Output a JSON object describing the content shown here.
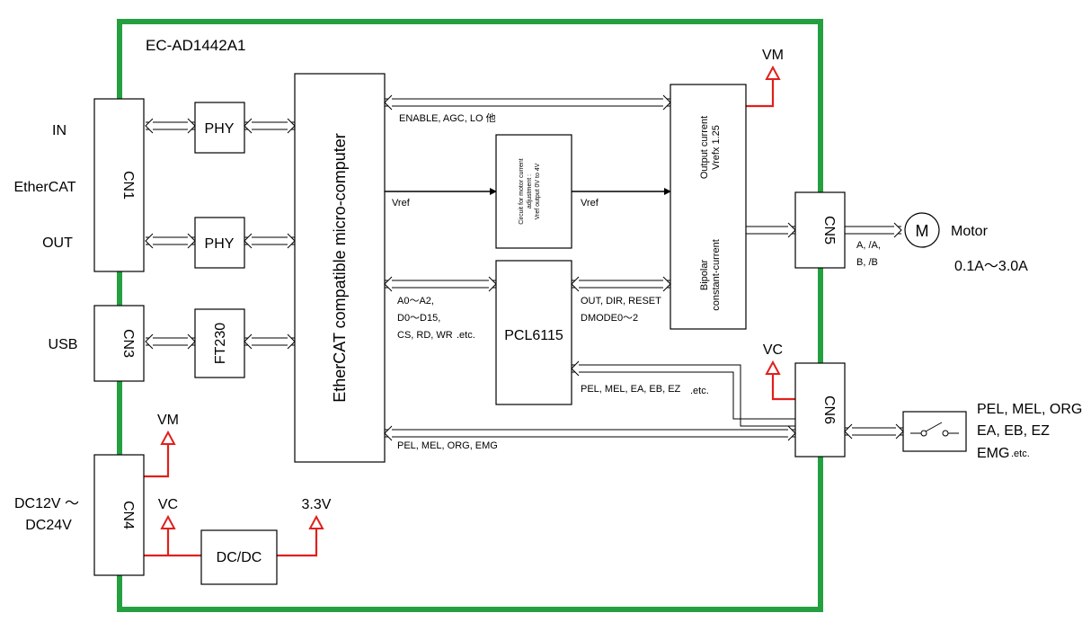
{
  "board_name": "EC-AD1442A1",
  "left_labels": {
    "in": "IN",
    "ethercat": "EtherCAT",
    "out": "OUT",
    "usb": "USB",
    "power_line1": "DC12V ～",
    "power_line2": "DC24V"
  },
  "blocks": {
    "cn1": "CN1",
    "cn3": "CN3",
    "cn4": "CN4",
    "cn5": "CN5",
    "cn6": "CN6",
    "phy1": "PHY",
    "phy2": "PHY",
    "ft230": "FT230",
    "dcdc": "DC/DC",
    "mcu": "EtherCAT compatible micro-computer",
    "pcl": "PCL6115",
    "circuit": [
      "Circuit for motor current",
      "adjustment :",
      "Vref output 0V to 4V"
    ],
    "driver_top": [
      "Output current",
      "Vrefx 1.25"
    ],
    "driver_bottom": [
      "Bipolar",
      "constant-current"
    ]
  },
  "power": {
    "vm_top": "VM",
    "vc_right": "VC",
    "vm_left": "VM",
    "vc_left": "VC",
    "v33": "3.3V"
  },
  "signals": {
    "enable": "ENABLE, AGC, LO 他",
    "vref1": "Vref",
    "vref2": "Vref",
    "addr": [
      "A0～A2,",
      "D0～D15,",
      "CS, RD, WR"
    ],
    "addr_etc": ".etc.",
    "outdir": [
      "OUT, DIR, RESET",
      "DMODE0～2"
    ],
    "pel_pcl": "PEL, MEL, EA, EB, EZ",
    "pel_pcl_etc": ".etc.",
    "pel_bottom": "PEL, MEL, ORG, EMG",
    "motor_phase": [
      "A, /A,",
      "B, /B"
    ]
  },
  "motor": {
    "symbol": "M",
    "label": "Motor",
    "current": "0.1A～3.0A"
  },
  "sensors": {
    "line1": "PEL, MEL, ORG",
    "line2": "EA, EB, EZ",
    "line3": "EMG",
    "etc": ".etc."
  },
  "colors": {
    "board_border": "#25a040",
    "power_line": "#e0201c"
  }
}
